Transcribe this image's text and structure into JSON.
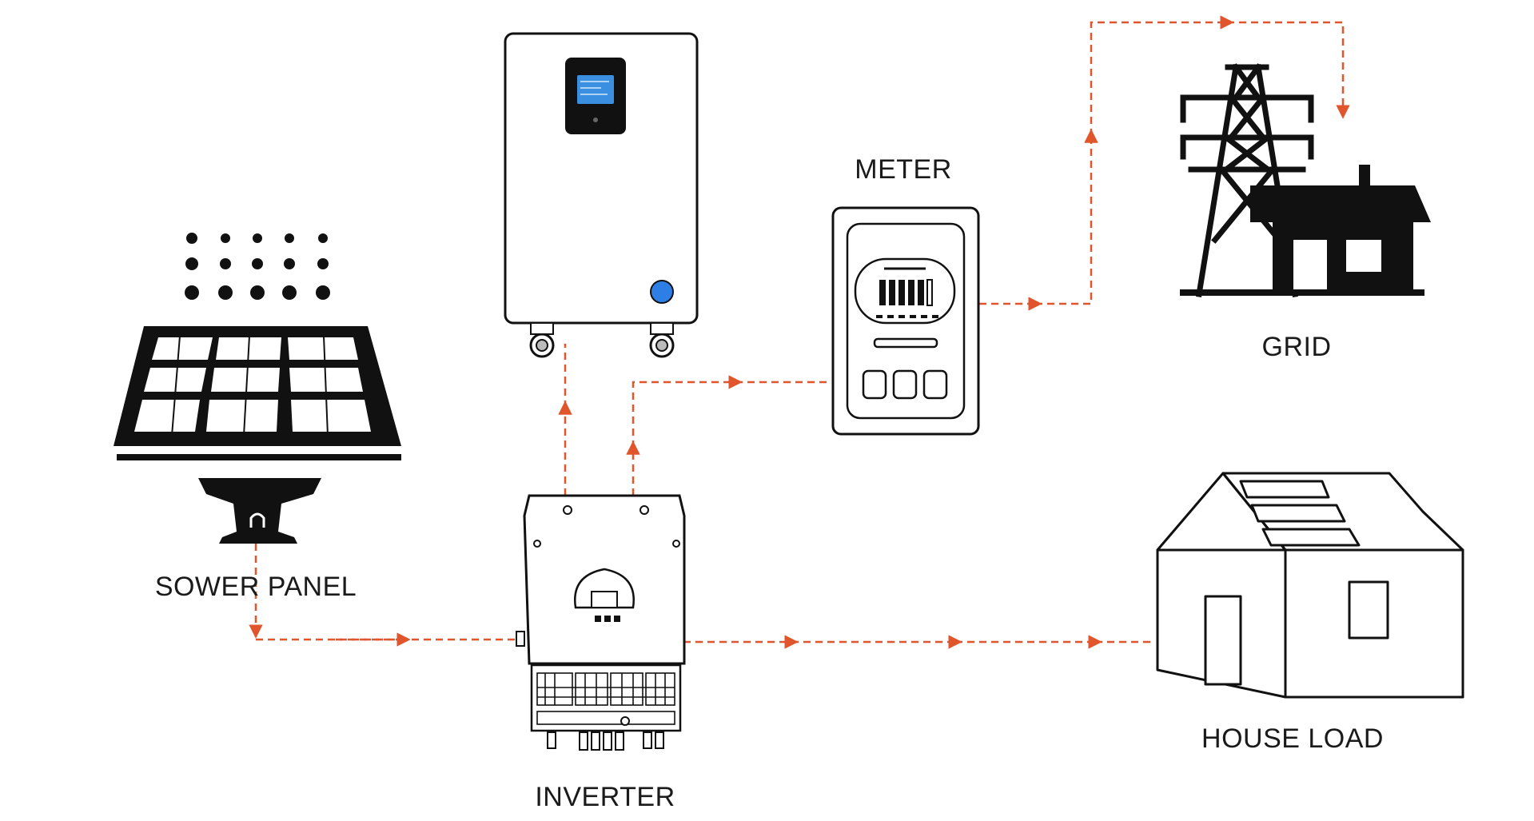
{
  "labels": {
    "solar_panel": "SOWER PANEL",
    "inverter": "INVERTER",
    "meter": "METER",
    "grid": "GRID",
    "house_load": "HOUSE LOAD"
  },
  "colors": {
    "flow_line": "#e0552b",
    "ink": "#111111",
    "screen": "#3a8fe0",
    "status_light": "#2d7fe6"
  },
  "icons": {
    "solar_panel": "solar-panel-icon",
    "battery": "battery-icon",
    "inverter": "inverter-icon",
    "meter": "meter-icon",
    "grid": "grid-tower-icon",
    "house": "house-icon"
  }
}
